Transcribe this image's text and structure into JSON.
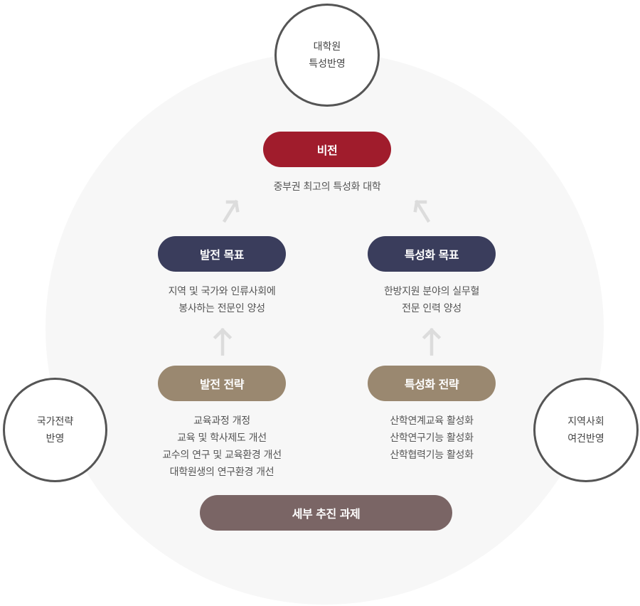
{
  "outer_rings": {
    "top": {
      "lines": [
        "대학원",
        "특성반영"
      ]
    },
    "left": {
      "lines": [
        "국가전략",
        "반영"
      ]
    },
    "right": {
      "lines": [
        "지역사회",
        "여건반영"
      ]
    }
  },
  "vision": {
    "label": "비전",
    "text": "중부권 최고의 특성화 대학"
  },
  "development_goal": {
    "label": "발전 목표",
    "lines": [
      "지역 및 국가와 인류사회에",
      "봉사하는 전문인 양성"
    ]
  },
  "specialization_goal": {
    "label": "특성화 목표",
    "lines": [
      "한방지원 분야의 실무혈",
      "전문 인력 양성"
    ]
  },
  "development_strategy": {
    "label": "발전 전략",
    "lines": [
      "교육과정 개정",
      "교육 및 학사제도 개선",
      "교수의 연구 및 교육환경 개선",
      "대학원생의 연구환경 개선"
    ]
  },
  "specialization_strategy": {
    "label": "특성화 전략",
    "lines": [
      "산학연계교육 활성화",
      "산학연구기능 활성화",
      "산학협력기능 활성화"
    ]
  },
  "detailed_tasks": {
    "label": "세부 추진 과제"
  },
  "colors": {
    "vision": "#a01c2c",
    "goal": "#3a3d5c",
    "strategy": "#9a8870",
    "tasks": "#7a6565",
    "arrow": "#dcdcdc",
    "background_circle": "#f7f7f7",
    "ring_border": "#555555"
  },
  "icons": [
    "arrow-up-left-icon",
    "arrow-up-right-icon",
    "arrow-up-icon"
  ]
}
